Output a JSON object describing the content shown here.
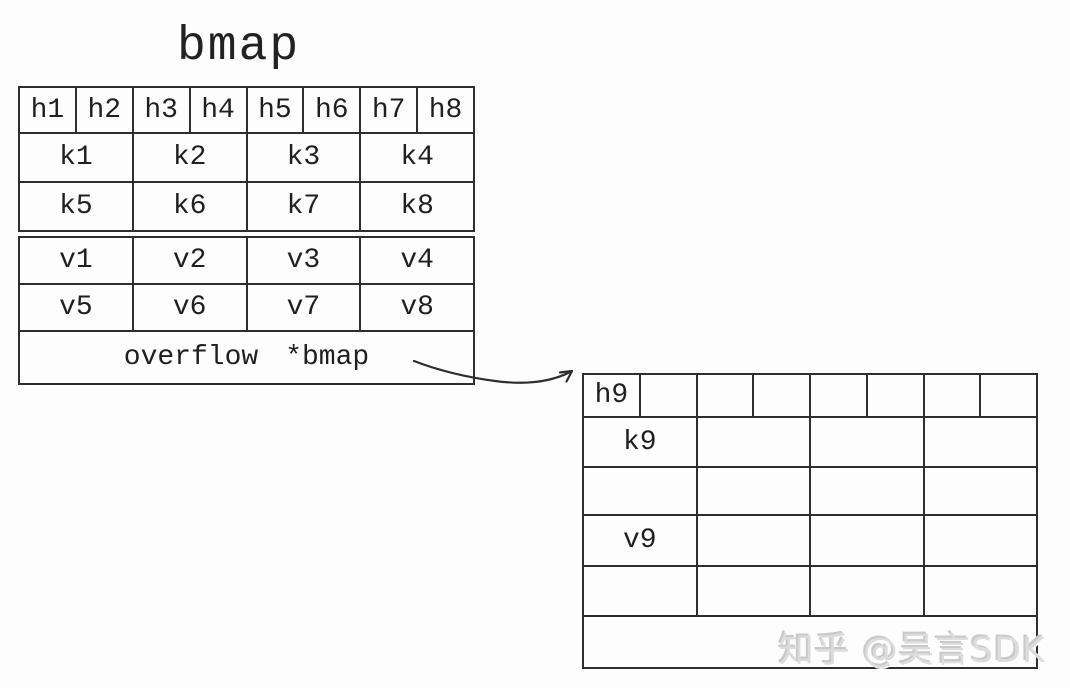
{
  "title": "bmap",
  "main_bucket": {
    "tophash": [
      "h1",
      "h2",
      "h3",
      "h4",
      "h5",
      "h6",
      "h7",
      "h8"
    ],
    "key_rows": [
      [
        "k1",
        "k2",
        "k3",
        "k4"
      ],
      [
        "k5",
        "k6",
        "k7",
        "k8"
      ]
    ],
    "value_rows": [
      [
        "v1",
        "v2",
        "v3",
        "v4"
      ],
      [
        "v5",
        "v6",
        "v7",
        "v8"
      ]
    ],
    "overflow": {
      "field": "overflow",
      "type": "*bmap"
    }
  },
  "overflow_bucket": {
    "tophash": [
      "h9",
      "",
      "",
      "",
      "",
      "",
      "",
      ""
    ],
    "key_rows": [
      [
        "k9",
        "",
        "",
        ""
      ],
      [
        "",
        "",
        "",
        ""
      ]
    ],
    "value_rows": [
      [
        "v9",
        "",
        "",
        ""
      ],
      [
        "",
        "",
        "",
        ""
      ]
    ],
    "overflow": {
      "field": "",
      "type": ""
    }
  },
  "watermark": "知乎 @吴言SDK",
  "colors": {
    "line": "#2e2e2e",
    "text": "#1f1f1f",
    "watermark": "#dcdcdc",
    "background": "#fdfdfd"
  }
}
